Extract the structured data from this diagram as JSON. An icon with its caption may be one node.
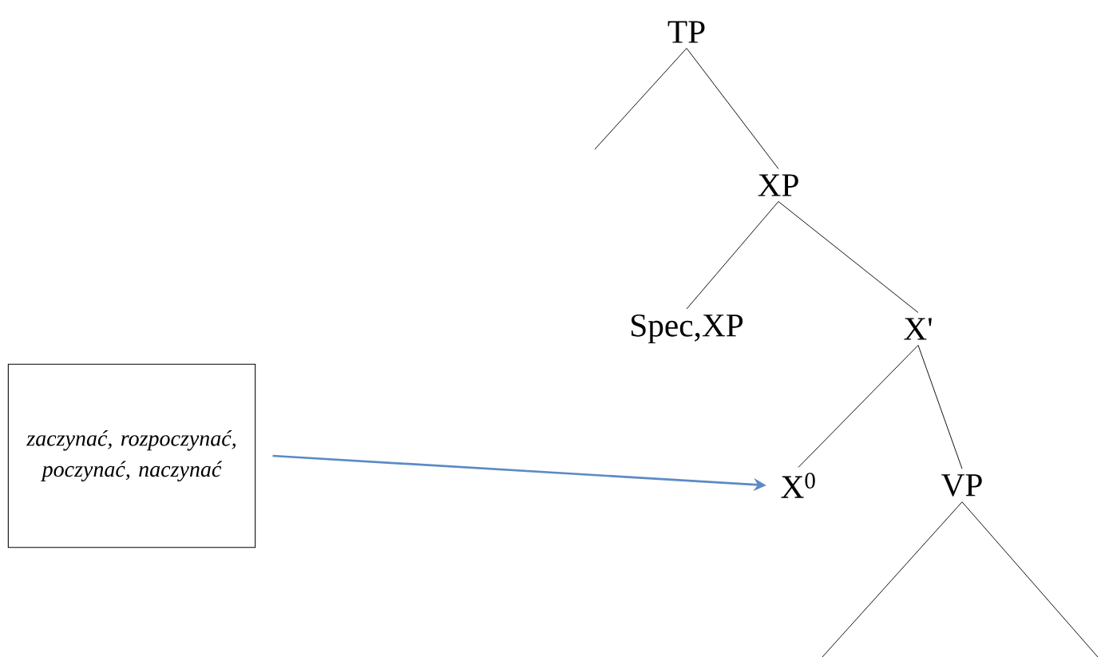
{
  "diagram": {
    "nodes": [
      {
        "text": [
          "TP"
        ]
      },
      {
        "text": [
          "XP"
        ]
      },
      {
        "text": [
          "Spec,XP"
        ]
      },
      {
        "text": [
          "X'"
        ]
      },
      {
        "text": [
          "X$^{0}$"
        ]
      },
      {
        "text": [
          "VP"
        ]
      },
      {
        "text": [
          "zaczynać, rozpoczynać, poczynać, naczynać"
        ]
      }
    ],
    "edges": [
      {
        "from": 0,
        "to": null,
        "arrow": "none"
      },
      {
        "from": 0,
        "to": 1,
        "arrow": "none"
      },
      {
        "from": 1,
        "to": 2,
        "arrow": "none"
      },
      {
        "from": 1,
        "to": 3,
        "arrow": "none"
      },
      {
        "from": 3,
        "to": 4,
        "arrow": "none"
      },
      {
        "from": 3,
        "to": 5,
        "arrow": "none"
      },
      {
        "from": 5,
        "to": null,
        "arrow": "none"
      },
      {
        "from": 5,
        "to": null,
        "arrow": "none"
      },
      {
        "from": 6,
        "to": 4,
        "arrow": "to",
        "color": "#5b8ac6"
      }
    ]
  }
}
